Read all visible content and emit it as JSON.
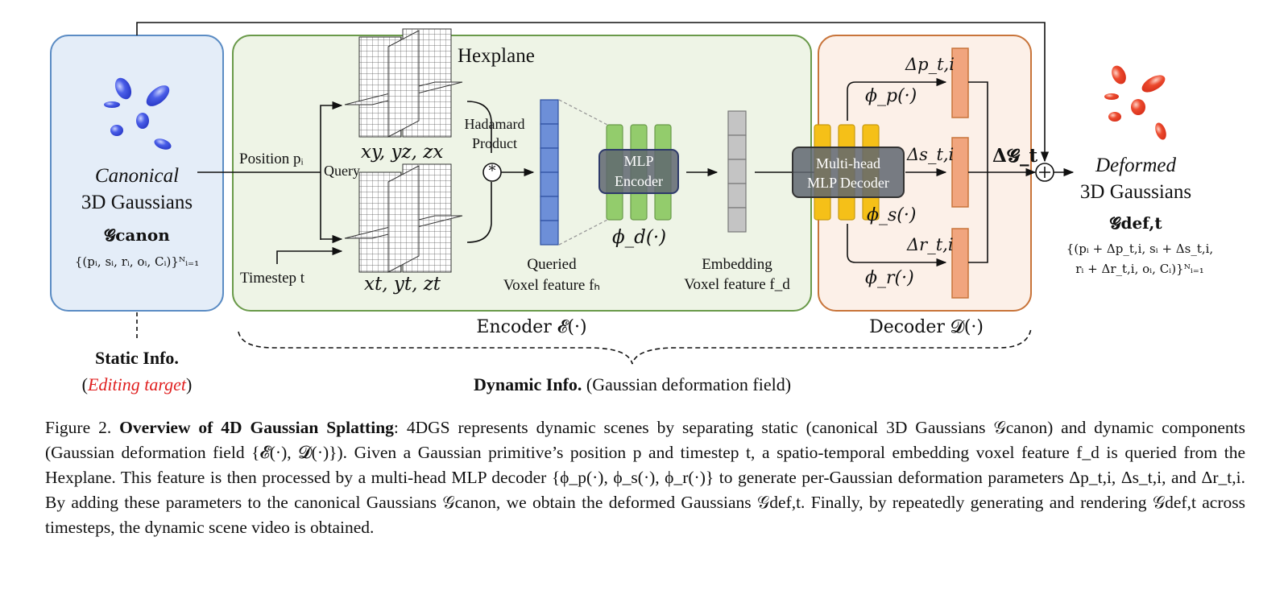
{
  "static_panel": {
    "title_italic": "Canonical",
    "title_line2": "3D Gaussians",
    "symbol": "𝓖canon",
    "set": "{(pᵢ, sᵢ, rᵢ, oᵢ, Cᵢ)}ᴺᵢ₌₁"
  },
  "inputs": {
    "position": "Position pᵢ",
    "query": "Query",
    "timestep": "Timestep t"
  },
  "hexplane": {
    "title": "Hexplane",
    "top_planes": "xy, yz, zx",
    "bottom_planes": "xt, yt, zt"
  },
  "hadamard": {
    "line1": "Hadamard",
    "line2": "Product",
    "symbol": "*"
  },
  "queried_feature": {
    "line1": "Queried",
    "line2": "Voxel feature fₕ",
    "color": "#6d8fd8"
  },
  "mlp_encoder": {
    "line1": "MLP",
    "line2": "Encoder",
    "phi": "ϕ_d(·)",
    "bar_color": "#93cc6c"
  },
  "embedding_feature": {
    "line1": "Embedding",
    "line2": "Voxel feature f_d",
    "color": "#c4c4c4"
  },
  "decoder": {
    "line1": "Multi-head",
    "line2": "MLP Decoder",
    "bar_color": "#f5c018",
    "head_p": "ϕ_p(·)",
    "head_s": "ϕ_s(·)",
    "head_r": "ϕ_r(·)",
    "out_p": "Δp_t,i",
    "out_s": "Δs_t,i",
    "out_r": "Δr_t,i",
    "out_color": "#f1a57e",
    "sum": "Δ𝓖_t"
  },
  "deformed_panel": {
    "title_italic": "Deformed",
    "title_line2": "3D Gaussians",
    "symbol": "𝓖def,t",
    "set_line1": "{(pᵢ + Δp_t,i, sᵢ + Δs_t,i,",
    "set_line2": "rᵢ + Δr_t,i, oᵢ, Cᵢ)}ᴺᵢ₌₁"
  },
  "labels": {
    "encoder": "Encoder 𝓔(·)",
    "decoder": "Decoder 𝓓(·)",
    "static_info": "Static Info.",
    "editing_open": "(",
    "editing_target": "Editing target",
    "editing_close": ")",
    "dynamic_bold": "Dynamic Info.",
    "dynamic_rest": " (Gaussian deformation field)"
  },
  "colors": {
    "static_fill": "#e4edf8",
    "static_border": "#5b8cc4",
    "encoder_fill": "#eef4e6",
    "encoder_border": "#6a9a4a",
    "decoder_fill": "#fcf0e8",
    "decoder_border": "#c8743a",
    "canonical_blob": "#4a5ee8",
    "deformed_blob": "#ec4a2e",
    "editing_red": "#e02020"
  },
  "caption": {
    "fig": "Figure 2.",
    "title": "Overview of 4D Gaussian Splatting",
    "body": ": 4DGS represents dynamic scenes by separating static (canonical 3D Gaussians 𝒢canon) and dynamic components (Gaussian deformation field {𝓔(·), 𝓓(·)}). Given a Gaussian primitive’s position p and timestep t, a spatio-temporal embedding voxel feature f_d is queried from the Hexplane. This feature is then processed by a multi-head MLP decoder {ϕ_p(·), ϕ_s(·), ϕ_r(·)} to generate per-Gaussian deformation parameters Δp_t,i, Δs_t,i, and Δr_t,i. By adding these parameters to the canonical Gaussians 𝒢canon, we obtain the deformed Gaussians 𝒢def,t. Finally, by repeatedly generating and rendering 𝒢def,t across timesteps, the dynamic scene video is obtained."
  }
}
